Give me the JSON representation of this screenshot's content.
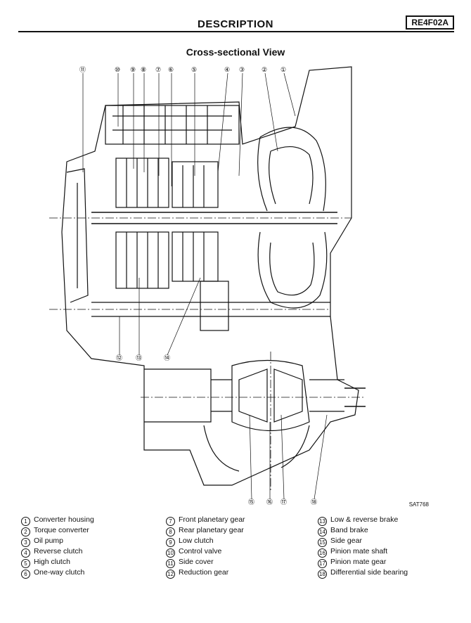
{
  "header": {
    "title": "DESCRIPTION",
    "code": "RE4F02A"
  },
  "section_title": "Cross-sectional View",
  "figure_ref": "SAT768",
  "callouts_top": [
    "⑪",
    "⑩",
    "⑨",
    "⑧",
    "⑦",
    "⑥",
    "⑤",
    "④",
    "③",
    "②",
    "①"
  ],
  "callouts_mid": [
    "⑫",
    "⑬",
    "⑭"
  ],
  "callouts_bottom": [
    "⑮",
    "⑯",
    "⑰",
    "⑱"
  ],
  "legend": {
    "col1": [
      {
        "num": "1",
        "label": "Converter housing"
      },
      {
        "num": "2",
        "label": "Torque converter"
      },
      {
        "num": "3",
        "label": "Oil pump"
      },
      {
        "num": "4",
        "label": "Reverse clutch"
      },
      {
        "num": "5",
        "label": "High clutch"
      },
      {
        "num": "6",
        "label": "One-way clutch"
      }
    ],
    "col2": [
      {
        "num": "7",
        "label": "Front planetary gear"
      },
      {
        "num": "8",
        "label": "Rear planetary gear"
      },
      {
        "num": "9",
        "label": "Low clutch"
      },
      {
        "num": "10",
        "label": "Control valve"
      },
      {
        "num": "11",
        "label": "Side cover"
      },
      {
        "num": "12",
        "label": "Reduction gear"
      }
    ],
    "col3": [
      {
        "num": "13",
        "label": "Low & reverse brake"
      },
      {
        "num": "14",
        "label": "Band brake"
      },
      {
        "num": "15",
        "label": "Side gear"
      },
      {
        "num": "16",
        "label": "Pinion mate shaft"
      },
      {
        "num": "17",
        "label": "Pinion mate gear"
      },
      {
        "num": "18",
        "label": "Differential side bearing"
      }
    ]
  }
}
